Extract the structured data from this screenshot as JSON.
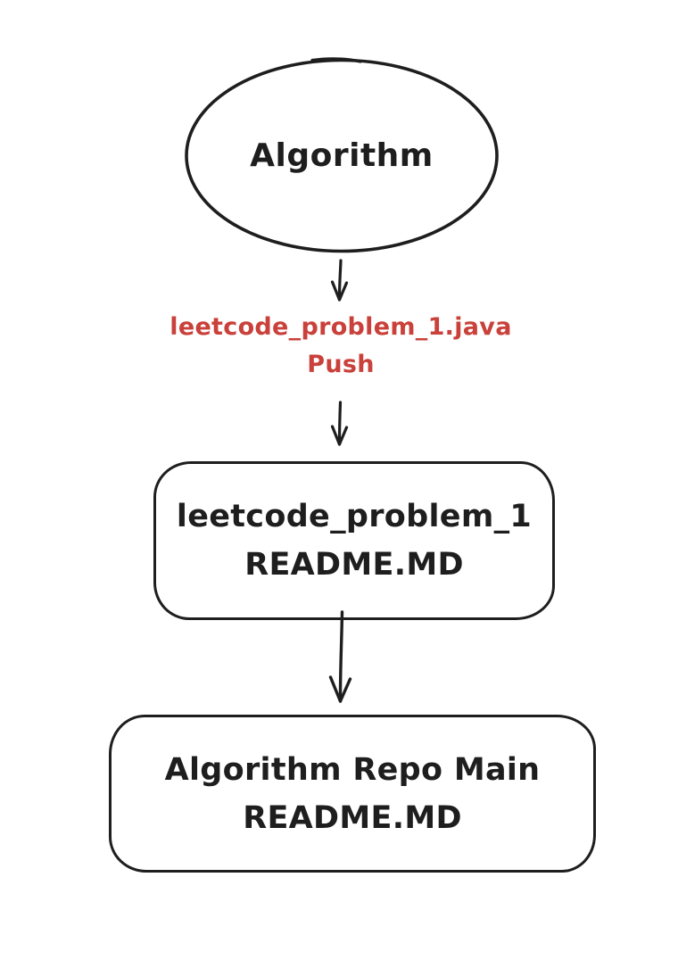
{
  "palette": {
    "background": "#ffffff",
    "stroke": "#1e1e1e",
    "accent_red": "#c9413a"
  },
  "nodes": {
    "algorithm": {
      "shape": "ellipse",
      "label": "Algorithm"
    },
    "problem_readme": {
      "shape": "rounded-rectangle",
      "line1": "leetcode_problem_1",
      "line2": "README.MD"
    },
    "main_readme": {
      "shape": "rounded-rectangle",
      "line1": "Algorithm Repo Main",
      "line2": "README.MD"
    }
  },
  "edge_label": {
    "color": "#c9413a",
    "line1": "leetcode_problem_1.java",
    "line2": "Push"
  },
  "connectors": [
    {
      "type": "arrow-down",
      "from": "algorithm",
      "to": "edge_label"
    },
    {
      "type": "arrow-down",
      "from": "edge_label",
      "to": "problem_readme"
    },
    {
      "type": "arrow-down",
      "from": "problem_readme",
      "to": "main_readme"
    }
  ]
}
